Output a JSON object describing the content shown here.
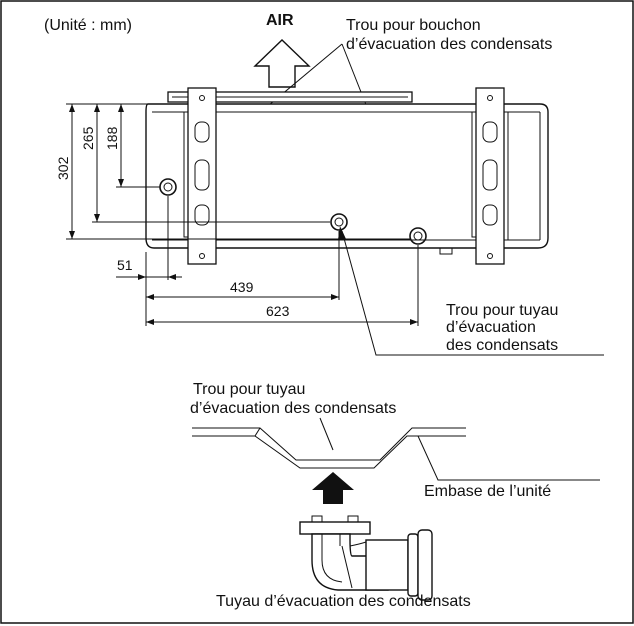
{
  "diagram": {
    "unit_label": "(Unité : mm)",
    "air_label": "AIR",
    "callout_plug_line1": "Trou pour bouchon",
    "callout_plug_line2": "d’évacuation des condensats",
    "callout_pipe_right_line1": "Trou pour tuyau",
    "callout_pipe_right_line2": "d’évacuation",
    "callout_pipe_right_line3": "des condensats",
    "callout_pipe_detail_line1": "Trou pour tuyau",
    "callout_pipe_detail_line2": "d’évacuation des condensats",
    "base_label": "Embase de l’unité",
    "drain_pipe_label": "Tuyau d’évacuation des condensats",
    "dimensions": {
      "height_302": "302",
      "height_265": "265",
      "height_188": "188",
      "width_51": "51",
      "width_439": "439",
      "width_623": "623"
    }
  }
}
